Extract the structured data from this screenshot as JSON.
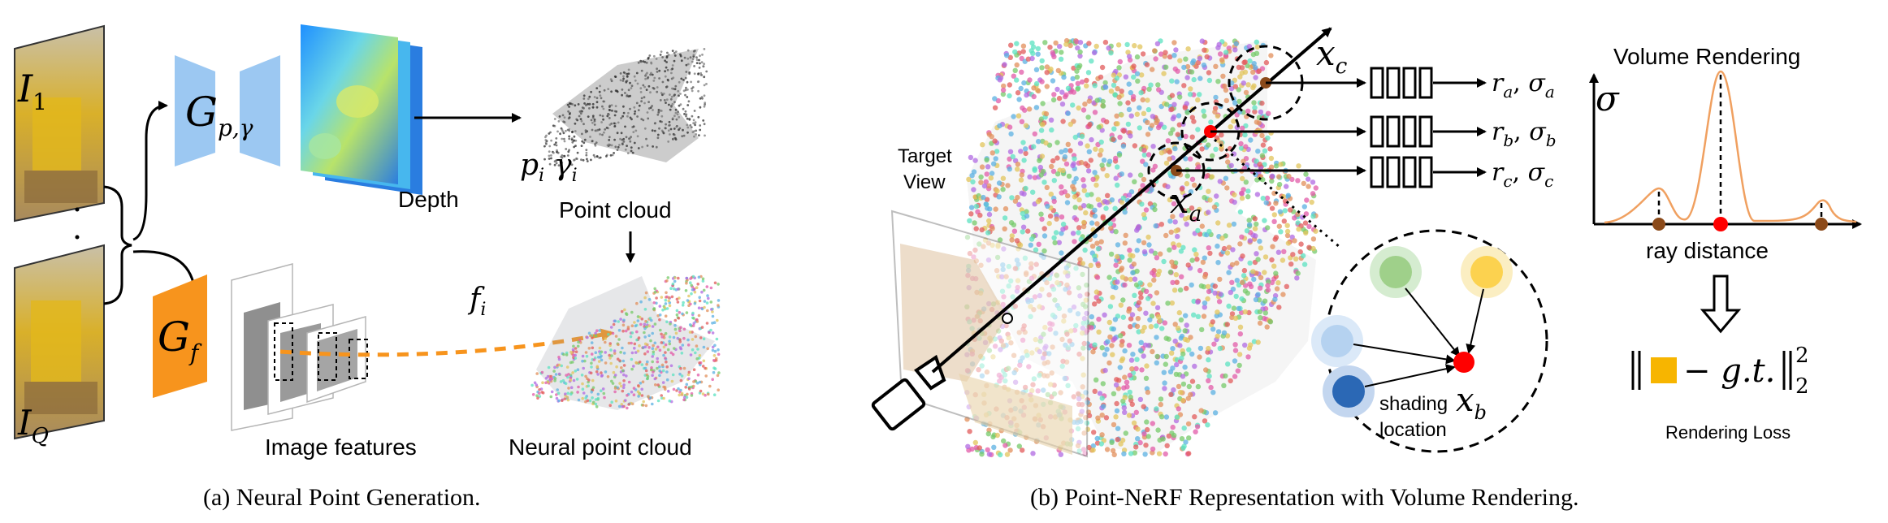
{
  "panel_a": {
    "caption": "(a) Neural Point Generation.",
    "input_first": {
      "base": "I",
      "sub": "1"
    },
    "input_last": {
      "base": "I",
      "sub": "Q"
    },
    "generator_depth": {
      "base": "G",
      "sub": "p,γ"
    },
    "generator_feature": {
      "base": "G",
      "sub": "f"
    },
    "depth_label": "Depth",
    "point_cloud_label": "Point cloud",
    "point_params": {
      "p": "p",
      "p_sub": "i",
      "g": "γ",
      "g_sub": "i"
    },
    "feature_symbol": {
      "base": "f",
      "sub": "i"
    },
    "image_features_label": "Image features",
    "neural_point_cloud_label": "Neural point cloud",
    "colors": {
      "generator_depth": "#9cc8f2",
      "generator_feature": "#f7941d",
      "feature_arrow": "#f7941d"
    }
  },
  "panel_b": {
    "caption": "(b) Point-NeRF Representation with Volume Rendering.",
    "target_view_line1": "Target",
    "target_view_line2": "View",
    "xa": {
      "base": "x",
      "sub": "a"
    },
    "xb": {
      "base": "x",
      "sub": "b"
    },
    "xc": {
      "base": "x",
      "sub": "c"
    },
    "mlp_outputs": [
      {
        "r": "r",
        "r_sub": "a",
        "s": "σ",
        "s_sub": "a"
      },
      {
        "r": "r",
        "r_sub": "b",
        "s": "σ",
        "s_sub": "b"
      },
      {
        "r": "r",
        "r_sub": "c",
        "s": "σ",
        "s_sub": "c"
      }
    ],
    "shading_line1": "shading",
    "shading_line2": "location",
    "volume_rendering_title": "Volume Rendering",
    "sigma_axis_label": "σ",
    "ray_distance_label": "ray distance",
    "loss_expression": {
      "minus_term": "− g.t.",
      "sup": "2",
      "sub": "2"
    },
    "rendering_loss_label": "Rendering Loss",
    "colors": {
      "density_curve": "#f0a060",
      "shading_point": "#ff0000",
      "sample_point": "#8b4a1a",
      "loss_square": "#f7b500"
    }
  }
}
